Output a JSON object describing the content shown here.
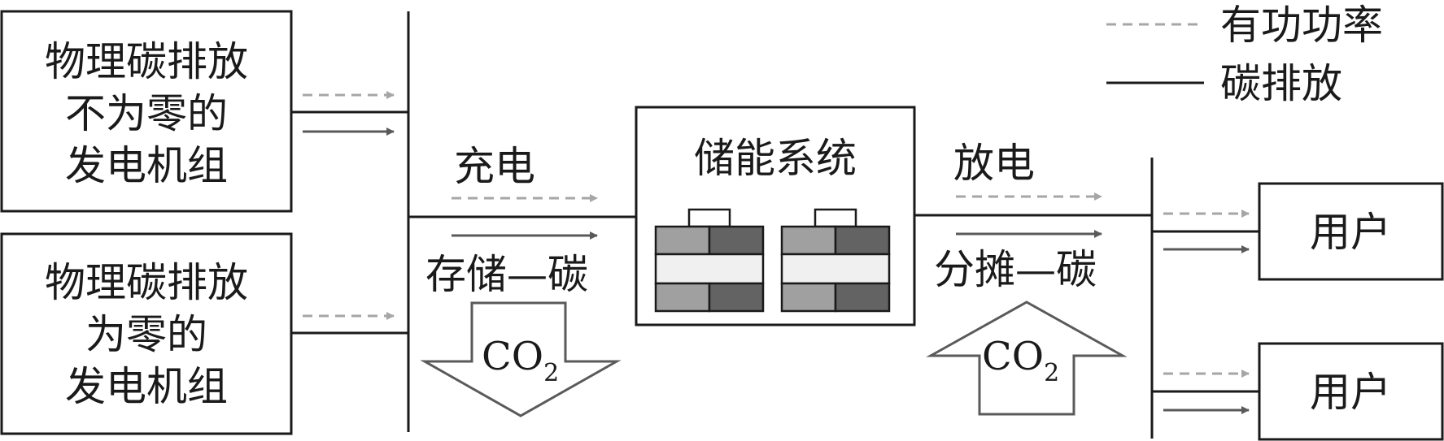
{
  "legend": {
    "active_power": "有功功率",
    "carbon_emission": "碳排放"
  },
  "generators": [
    {
      "lines": [
        "物理碳排放",
        "不为零的",
        "发电机组"
      ]
    },
    {
      "lines": [
        "物理碳排放",
        "为零的",
        "发电机组"
      ]
    }
  ],
  "charge": {
    "label": "充电",
    "carbon_label": "存储—碳"
  },
  "storage": {
    "title": "储能系统"
  },
  "discharge": {
    "label": "放电",
    "carbon_label": "分摊—碳"
  },
  "co2": {
    "main": "CO",
    "sub": "2"
  },
  "users": [
    {
      "label": "用户"
    },
    {
      "label": "用户"
    }
  ],
  "colors": {
    "power_arrow": "#a6a6a6",
    "carbon_arrow": "#5a5a5a",
    "battery_light": "#a0a0a0",
    "battery_dark": "#636363",
    "battery_band": "#f0f0f0"
  }
}
